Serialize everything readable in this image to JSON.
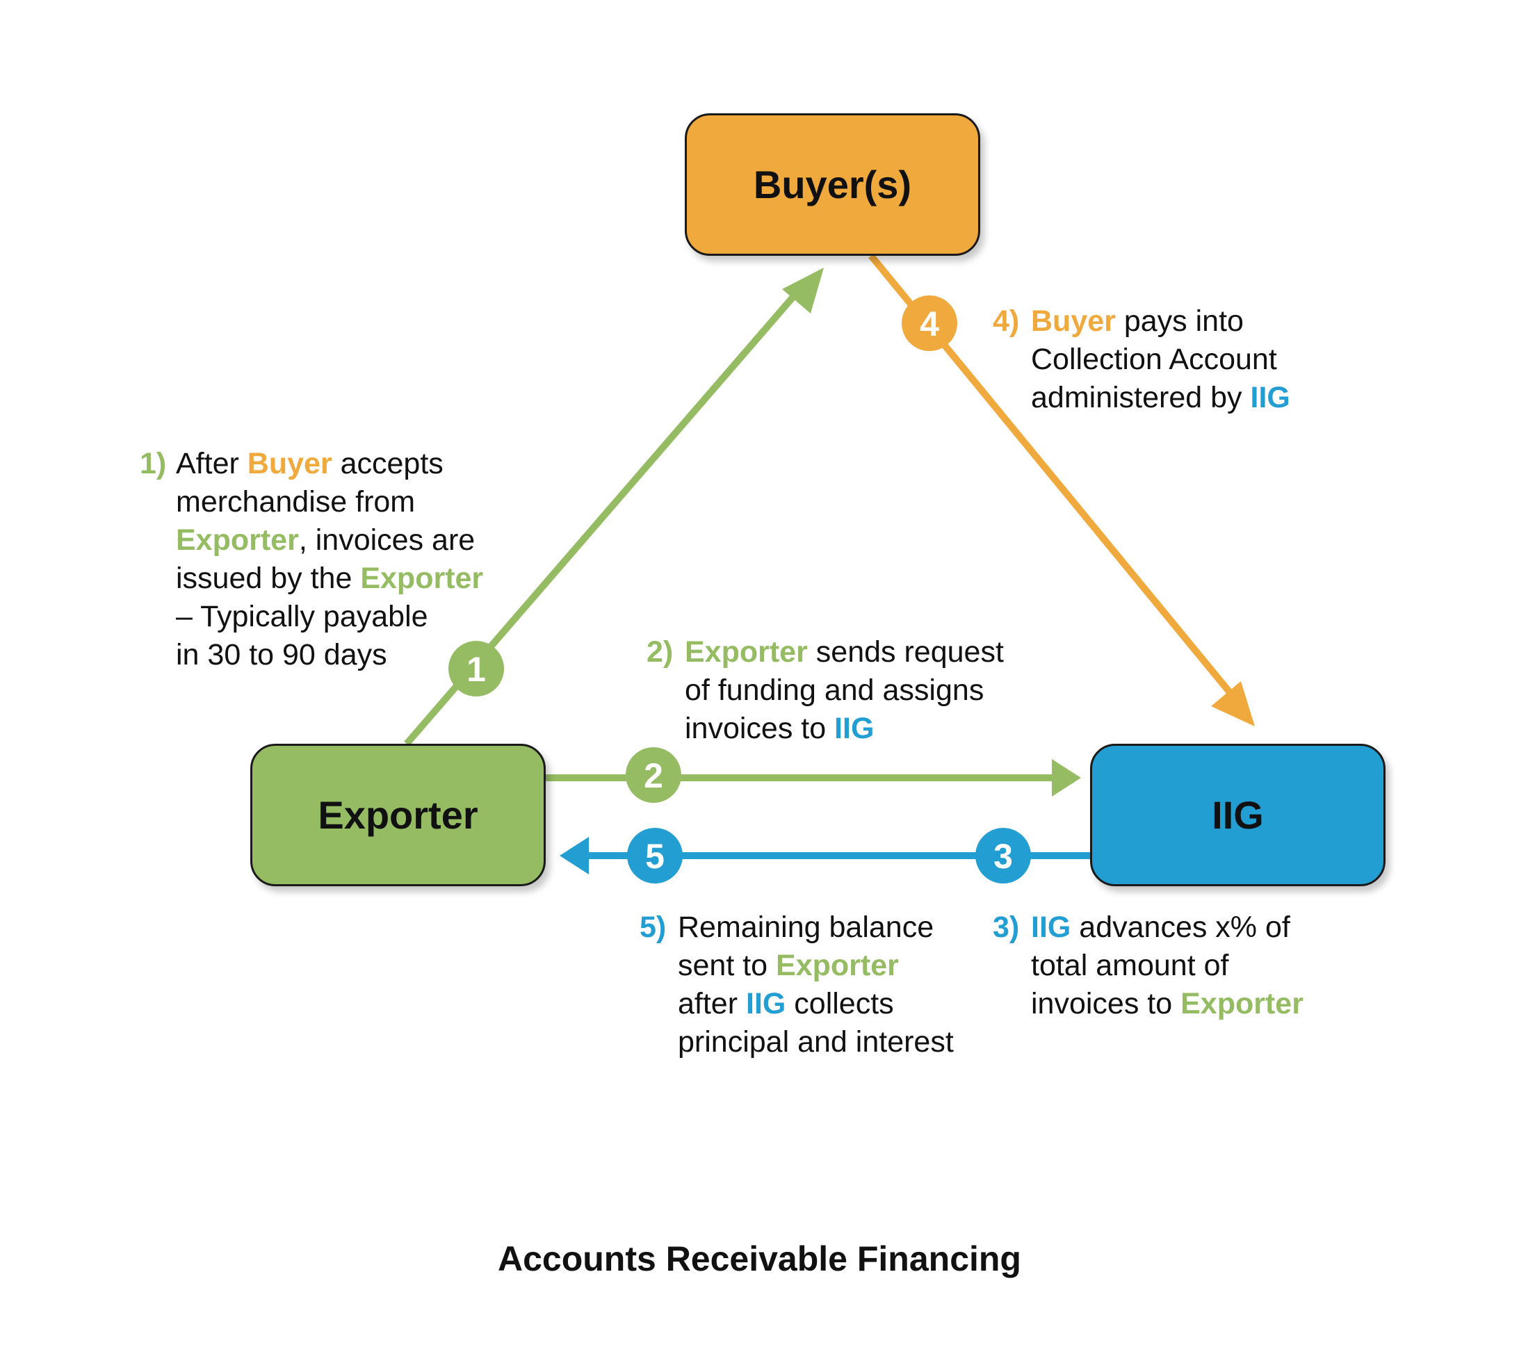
{
  "title": "Accounts Receivable Financing",
  "colors": {
    "green": "#95bc62",
    "orange": "#f0a93c",
    "blue": "#239ed3",
    "text": "#111111"
  },
  "nodes": {
    "buyer": {
      "label": "Buyer(s)"
    },
    "exporter": {
      "label": "Exporter"
    },
    "iig": {
      "label": "IIG"
    }
  },
  "badges": [
    "1",
    "2",
    "3",
    "4",
    "5"
  ],
  "notes": {
    "n1": {
      "num": "1)",
      "l1a": "After ",
      "l1b": "Buyer",
      "l1c": " accepts",
      "l2": "merchandise from",
      "l3a": "Exporter",
      "l3b": ", invoices are",
      "l4a": "issued by the ",
      "l4b": "Exporter",
      "l5": "– Typically payable",
      "l6": "in 30 to 90 days"
    },
    "n2": {
      "num": "2)",
      "l1a": "Exporter",
      "l1b": " sends request",
      "l2": "of funding and assigns",
      "l3a": "invoices to ",
      "l3b": "IIG"
    },
    "n3": {
      "num": "3)",
      "l1a": "IIG",
      "l1b": " advances x% of",
      "l2": "total amount of",
      "l3a": "invoices to ",
      "l3b": "Exporter"
    },
    "n4": {
      "num": "4)",
      "l1a": "Buyer",
      "l1b": " pays into",
      "l2": "Collection Account",
      "l3a": "administered by ",
      "l3b": "IIG"
    },
    "n5": {
      "num": "5)",
      "l1": "Remaining balance",
      "l2a": "sent to ",
      "l2b": "Exporter",
      "l3a": "after ",
      "l3b": "IIG",
      "l3c": " collects",
      "l4": "principal and interest"
    }
  }
}
